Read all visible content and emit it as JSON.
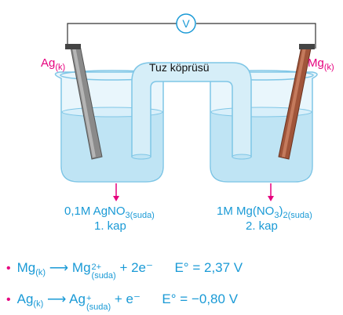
{
  "voltmeter": {
    "symbol": "V"
  },
  "salt_bridge": {
    "label": "Tuz köprüsü"
  },
  "left_electrode": {
    "label": "Ag",
    "state": "(k)"
  },
  "right_electrode": {
    "label": "Mg",
    "state": "(k)"
  },
  "left_beaker": {
    "solution_prefix": "0,1M AgNO",
    "solution_sub": "3(suda)",
    "cup_label": "1. kap"
  },
  "right_beaker": {
    "solution_prefix": "1M Mg(NO",
    "solution_sub1": "3",
    "solution_mid": ")",
    "solution_sub2": "2(suda)",
    "cup_label": "2. kap"
  },
  "reactions": [
    {
      "bullet": "•",
      "reactant": "Mg",
      "reactant_state": "(k)",
      "arrow": "⟶",
      "product": "Mg",
      "product_charge": "2+",
      "product_state": "(suda)",
      "electrons": "+ 2e⁻",
      "potential_label": "E° =",
      "potential_value": "2,37 V"
    },
    {
      "bullet": "•",
      "reactant": "Ag",
      "reactant_state": "(k)",
      "arrow": "⟶",
      "product": "Ag",
      "product_charge": "+",
      "product_state": "(suda)",
      "electrons": "+ e⁻",
      "potential_label": "E° =",
      "potential_value": "−0,80 V"
    }
  ],
  "colors": {
    "wire": "#333333",
    "solution": "#bfe4f4",
    "glass": "#7fc6e6",
    "ag_electrode": "#8a8a8a",
    "mg_electrode": "#a0553a",
    "accent": "#e6007e",
    "text": "#1a9ad6"
  }
}
